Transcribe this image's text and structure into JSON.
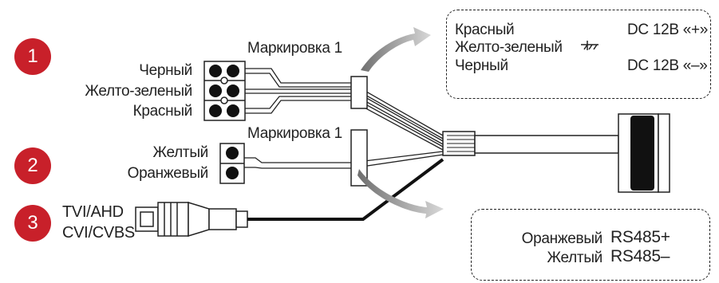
{
  "badges": [
    "1",
    "2",
    "3"
  ],
  "group1": {
    "marking": "Маркировка 1",
    "wires": [
      "Черный",
      "Желто-зеленый",
      "Красный"
    ]
  },
  "group2": {
    "marking": "Маркировка 1",
    "wires": [
      "Желтый",
      "Оранжевый"
    ]
  },
  "group3": {
    "lines": [
      "TVI/AHD",
      "CVI/CVBS"
    ]
  },
  "power_box": {
    "rows": [
      {
        "name": "Красный",
        "value": "DC 12В «+»"
      },
      {
        "name": "Желто-зеленый",
        "value": "",
        "icon": "ground-icon"
      },
      {
        "name": "Черный",
        "value": "DC 12В «–»"
      }
    ]
  },
  "rs485_box": {
    "rows": [
      {
        "name": "Оранжевый",
        "value": "RS485+"
      },
      {
        "name": "Желтый",
        "value": "RS485–"
      }
    ]
  },
  "colors": {
    "badge": "#c8202a",
    "line": "#222222",
    "arrow": "#8a8a8a"
  }
}
